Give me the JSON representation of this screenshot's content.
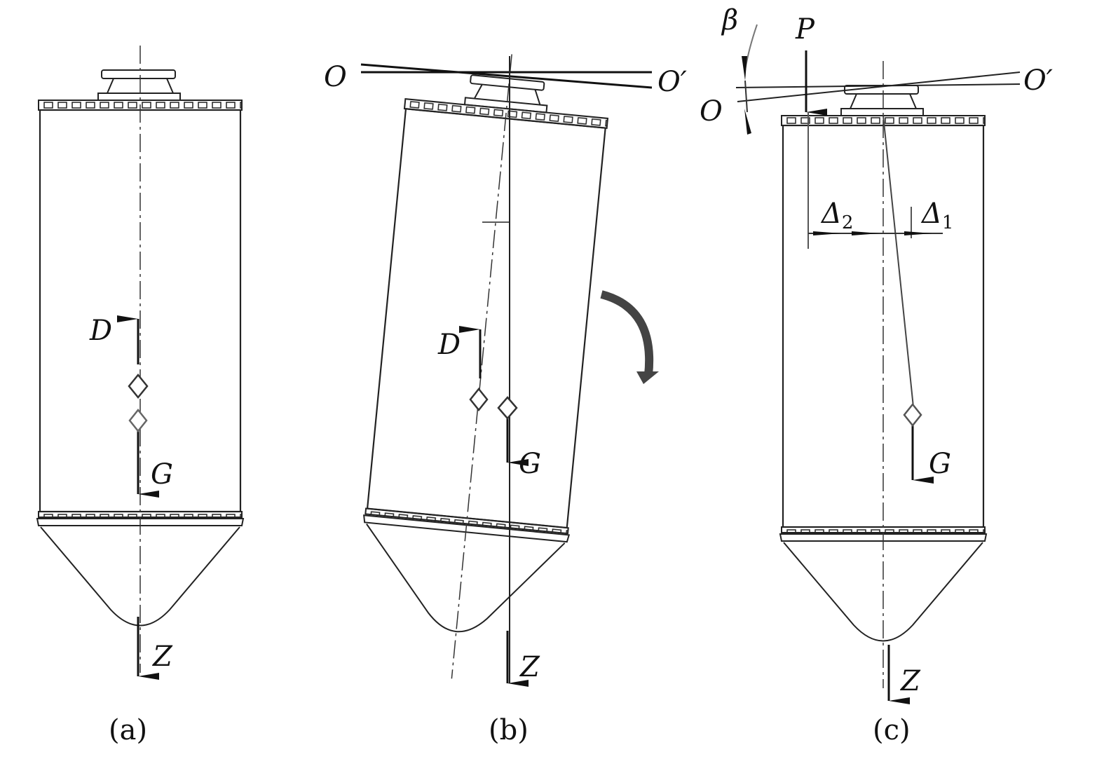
{
  "panels": [
    {
      "caption": "(a)",
      "labels": {
        "D": "D",
        "G": "G",
        "Z": "Z"
      }
    },
    {
      "caption": "(b)",
      "labels": {
        "O": "O",
        "O_prime": "O′",
        "D": "D",
        "G": "G",
        "Z": "Z"
      }
    },
    {
      "caption": "(c)",
      "labels": {
        "beta": "β",
        "P": "P",
        "O": "O",
        "O_prime": "O′",
        "delta1": "Δ",
        "delta1_sub": "1",
        "delta2": "Δ",
        "delta2_sub": "2",
        "G": "G",
        "Z": "Z"
      }
    }
  ]
}
